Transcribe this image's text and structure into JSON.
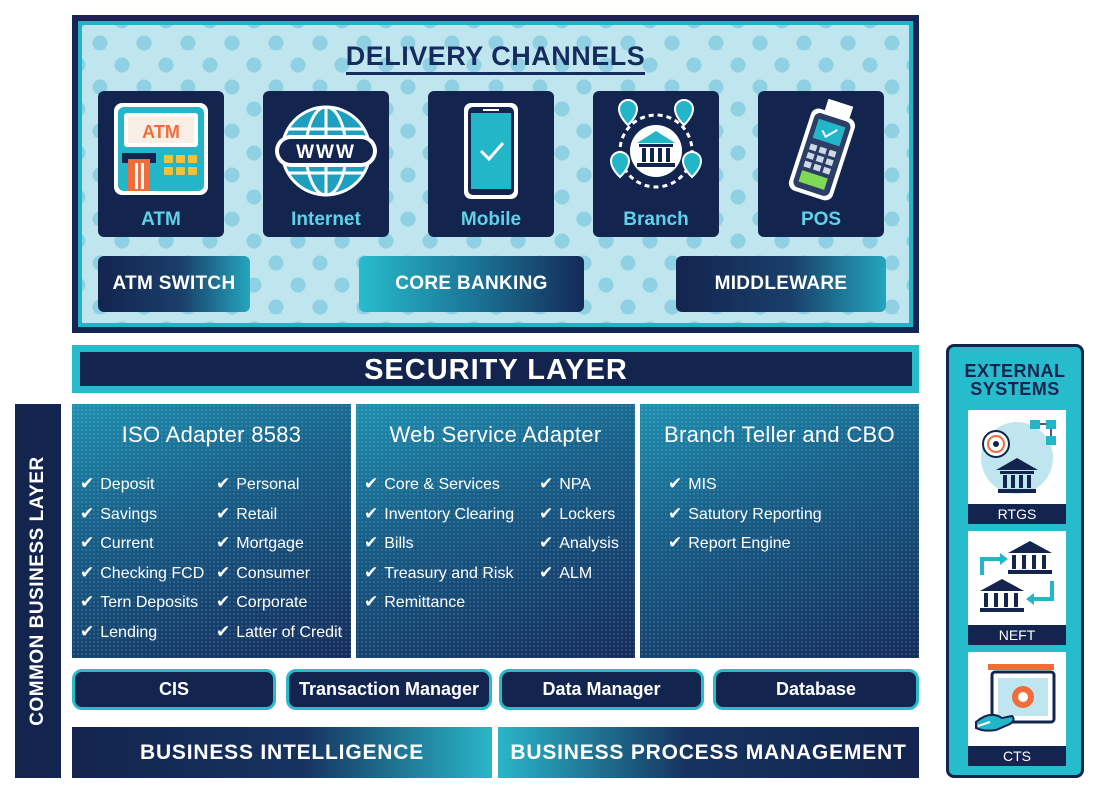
{
  "delivery": {
    "title": "DELIVERY CHANNELS",
    "channels": [
      {
        "label": "ATM",
        "icon": "atm-icon",
        "screen_text": "ATM"
      },
      {
        "label": "Internet",
        "icon": "globe-icon",
        "screen_text": "WWW"
      },
      {
        "label": "Mobile",
        "icon": "mobile-phone-icon"
      },
      {
        "label": "Branch",
        "icon": "bank-branch-icon"
      },
      {
        "label": "POS",
        "icon": "pos-terminal-icon"
      }
    ],
    "systems": [
      "ATM SWITCH",
      "CORE BANKING",
      "MIDDLEWARE"
    ]
  },
  "security": {
    "label": "SECURITY LAYER"
  },
  "common_layer": {
    "label": "COMMON BUSINESS LAYER"
  },
  "adapters": [
    {
      "title": "ISO Adapter 8583",
      "col1": [
        "Deposit",
        "Savings",
        "Current",
        "Checking FCD",
        "Tern Deposits",
        "Lending"
      ],
      "col2": [
        "Personal",
        "Retail",
        "Mortgage",
        "Consumer",
        "Corporate",
        "Latter of Credit"
      ]
    },
    {
      "title": "Web Service Adapter",
      "col1": [
        "Core & Services",
        "Inventory Clearing",
        "Bills",
        "Treasury and Risk",
        "Remittance"
      ],
      "col2": [
        "NPA",
        "Lockers",
        "Analysis",
        "ALM"
      ]
    },
    {
      "title": "Branch Teller and CBO",
      "col1": [
        "MIS",
        "Satutory Reporting",
        "Report Engine"
      ]
    }
  ],
  "managers": [
    "CIS",
    "Transaction Manager",
    "Data Manager",
    "Database"
  ],
  "bottom": {
    "bi": "BUSINESS INTELLIGENCE",
    "bpm": "BUSINESS PROCESS MANAGEMENT"
  },
  "external": {
    "title_line1": "EXTERNAL",
    "title_line2": "SYSTEMS",
    "items": [
      {
        "label": "RTGS",
        "icon": "rtgs-icon"
      },
      {
        "label": "NEFT",
        "icon": "neft-transfer-icon"
      },
      {
        "label": "CTS",
        "icon": "cheque-transfer-icon"
      }
    ]
  },
  "colors": {
    "navy": "#13244f",
    "teal": "#27bccc",
    "light_blue": "#bfe6ee",
    "accent_orange": "#f26b3a"
  }
}
